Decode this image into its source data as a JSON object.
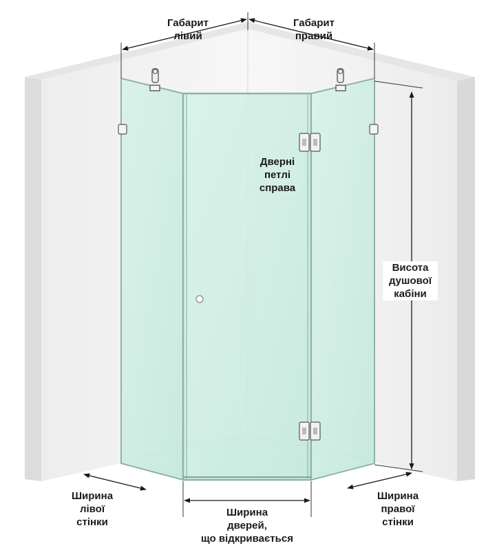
{
  "labels": {
    "gabaryt_livyi": [
      "Габарит",
      "лівий"
    ],
    "gabaryt_pravyi": [
      "Габарит",
      "правий"
    ],
    "dverni_petli": [
      "Дверні",
      "петлі",
      "справа"
    ],
    "vysota": [
      "Висота",
      "душової",
      "кабіни"
    ],
    "shyryna_livoi": [
      "Ширина",
      "лівої",
      "стінки"
    ],
    "shyryna_dverei": [
      "Ширина",
      "дверей,",
      "що відкривається"
    ],
    "shyryna_pravoi": [
      "Ширина",
      "правої",
      "стінки"
    ]
  },
  "colors": {
    "wall_light": "#f3f3f4",
    "wall_side": "#e4e4e6",
    "glass": "#c9ece0",
    "glass_edge": "#8fb3a6",
    "dimension_line": "#1a1a1a"
  }
}
